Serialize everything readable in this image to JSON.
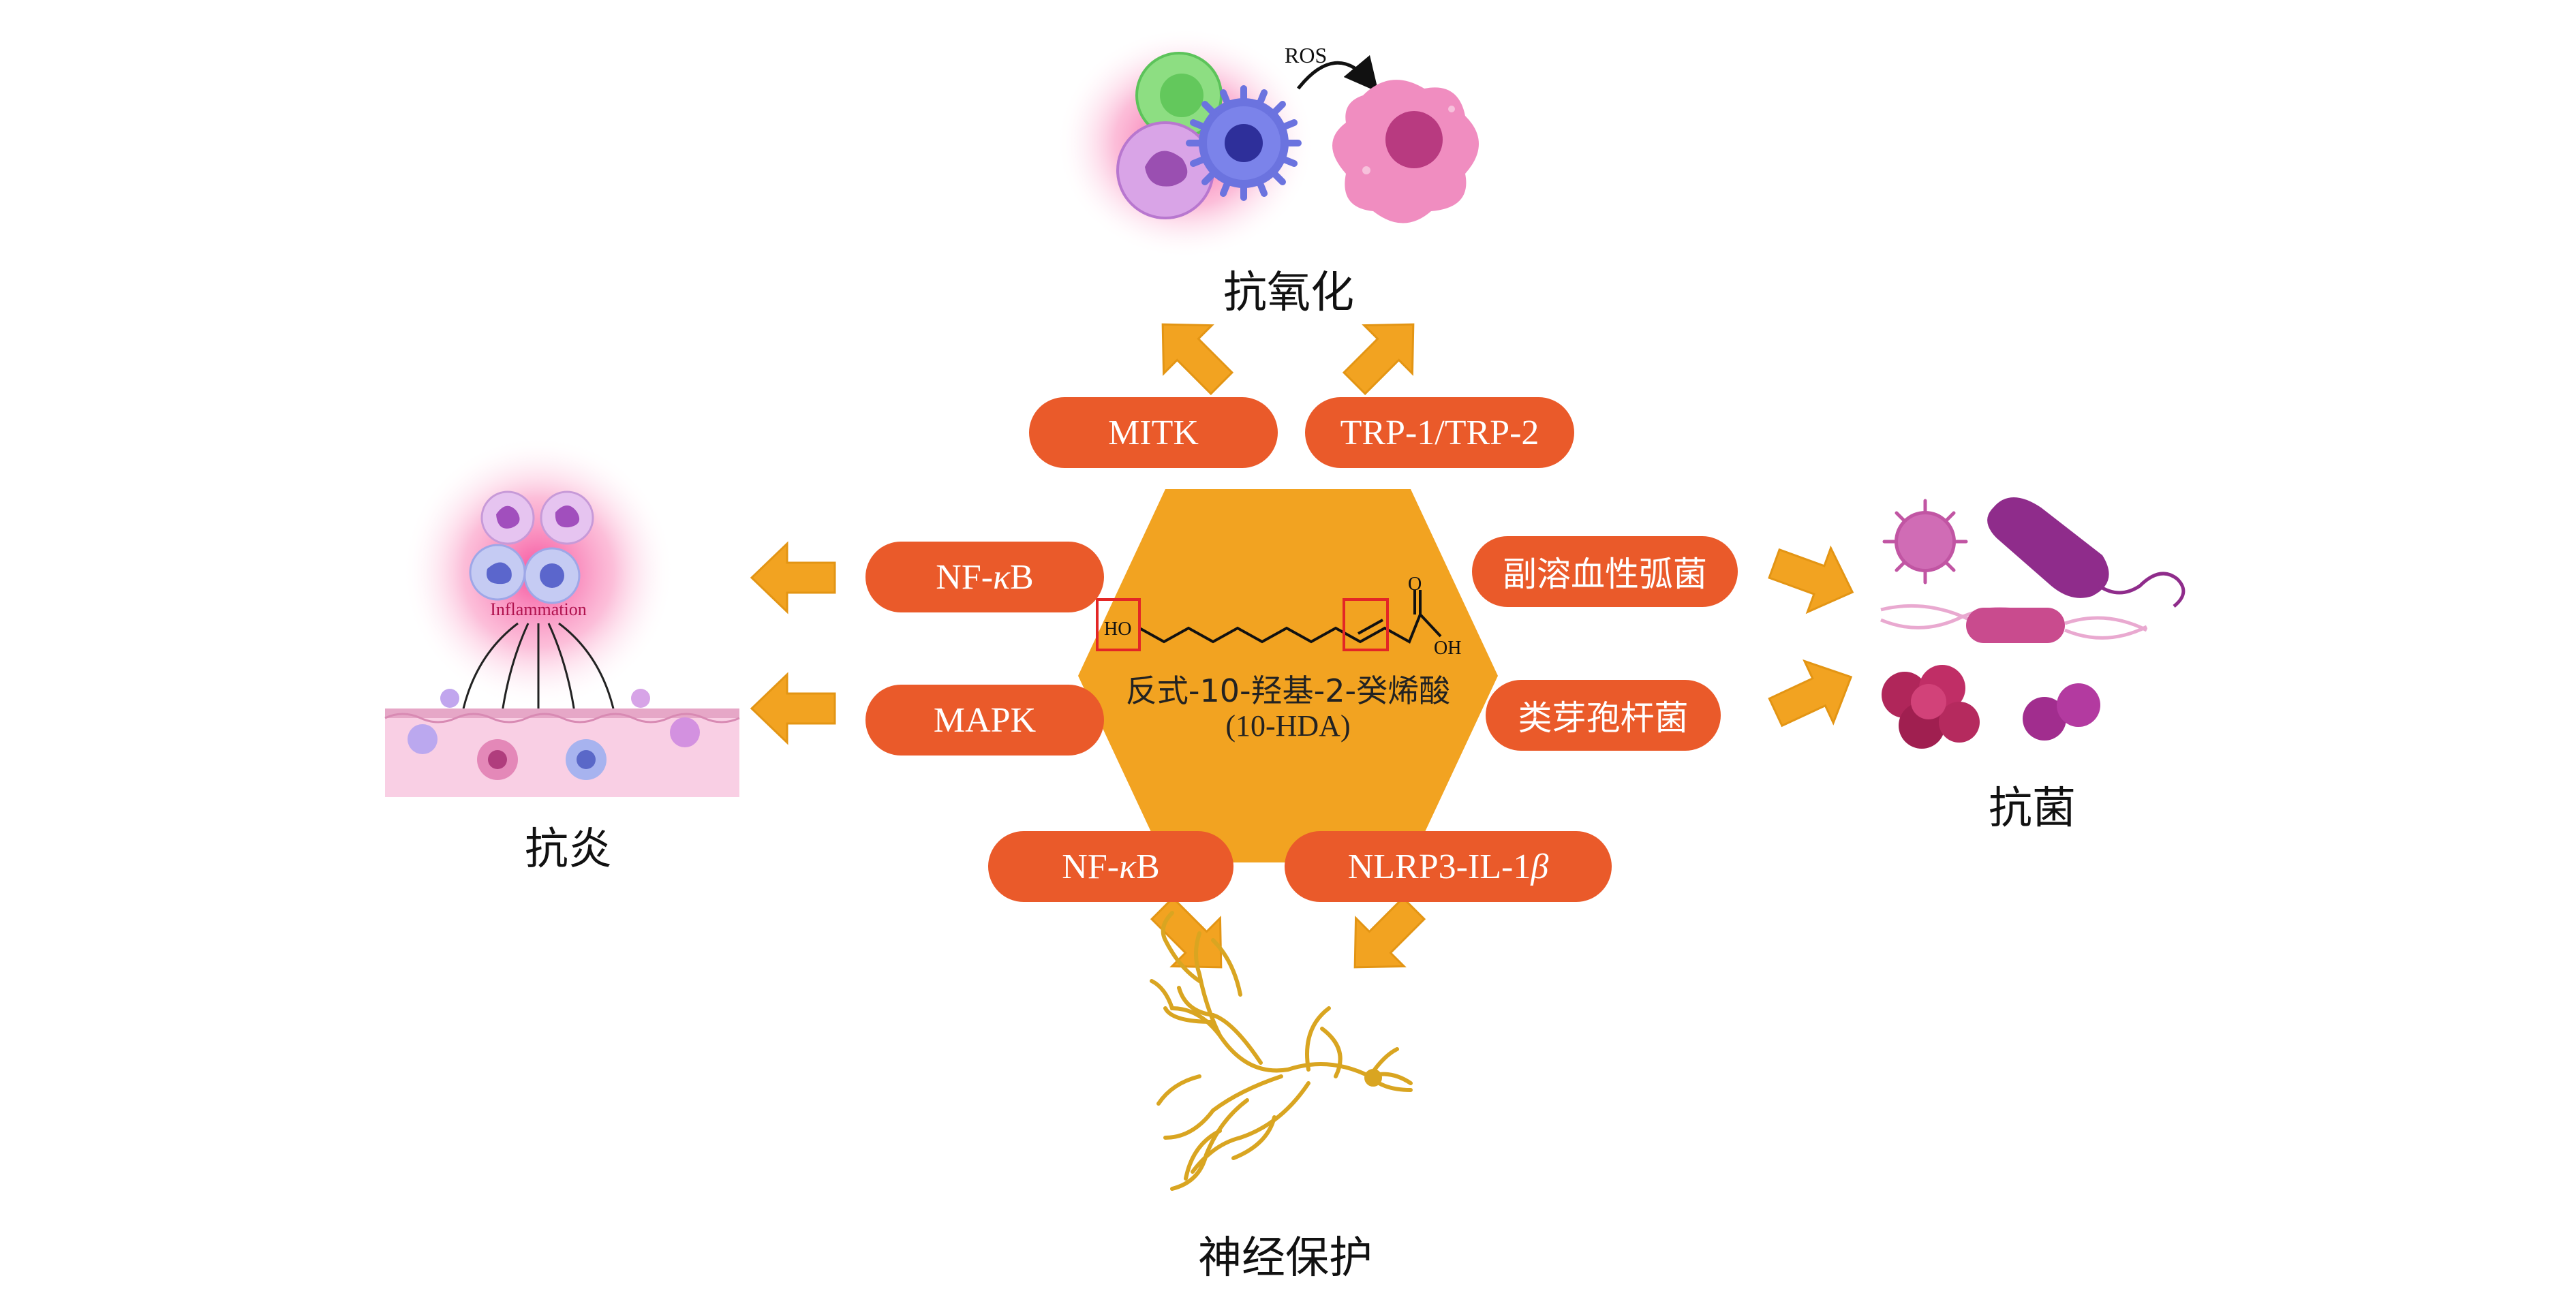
{
  "center": {
    "compound_name": "反式-10-羟基-2-癸烯酸",
    "compound_abbr": "(10-HDA)",
    "ho_label": "HO",
    "oh_label": "OH",
    "o_label": "O"
  },
  "sections": {
    "antioxidant": {
      "title": "抗氧化",
      "ros_label": "ROS",
      "pathways": [
        "MITK",
        "TRP-1/TRP-2"
      ]
    },
    "anti_inflammatory": {
      "title": "抗炎",
      "inflammation_label": "Inflammation",
      "pathways": [
        {
          "prefix": "NF-",
          "symbol": "κ",
          "suffix": "B"
        },
        {
          "prefix": "MAPK",
          "symbol": "",
          "suffix": ""
        }
      ]
    },
    "antibacterial": {
      "title": "抗菌",
      "pathways": [
        "副溶血性弧菌",
        "类芽孢杆菌"
      ]
    },
    "neuroprotection": {
      "title": "神经保护",
      "pathways": [
        {
          "prefix": "NF-",
          "symbol": "κ",
          "suffix": "B"
        },
        {
          "prefix": "NLRP3-IL-1",
          "symbol": "β",
          "suffix": ""
        }
      ]
    }
  },
  "colors": {
    "hexagon": "#f2a321",
    "pill": "#ea5a2a",
    "arrow": "#f2a321",
    "arrow_stroke": "#e39514",
    "neuron": "#d9a521",
    "bacteria_magenta": "#a8327d"
  }
}
